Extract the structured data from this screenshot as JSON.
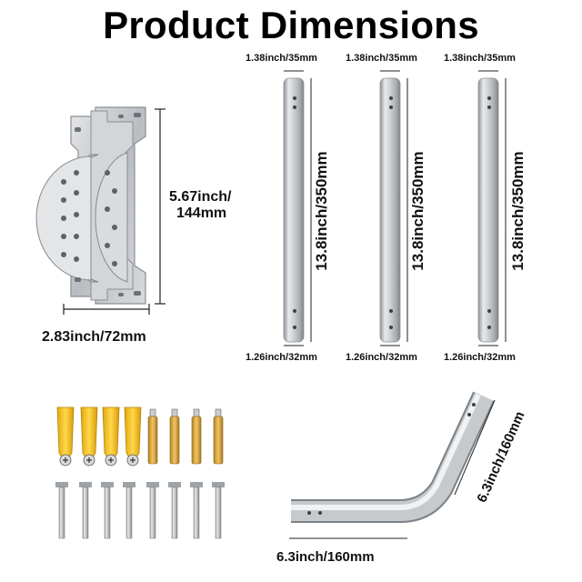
{
  "title": "Product Dimensions",
  "bracket": {
    "height_label": "5.67inch/",
    "height_label_2": "144mm",
    "width_label": "2.83inch/72mm"
  },
  "poles": [
    {
      "top_label": "1.38inch/35mm",
      "length_label": "13.8inch/350mm",
      "bottom_label": "1.26inch/32mm"
    },
    {
      "top_label": "1.38inch/35mm",
      "length_label": "13.8inch/350mm",
      "bottom_label": "1.26inch/32mm"
    },
    {
      "top_label": "1.38inch/35mm",
      "length_label": "13.8inch/350mm",
      "bottom_label": "1.26inch/32mm"
    }
  ],
  "elbow": {
    "vertical_label": "6.3inch/160mm",
    "horizontal_label": "6.3inch/160mm"
  },
  "colors": {
    "steel": "#c9cdd1",
    "anchor_yellow": "#f2c21b",
    "brass": "#d9a93a"
  }
}
